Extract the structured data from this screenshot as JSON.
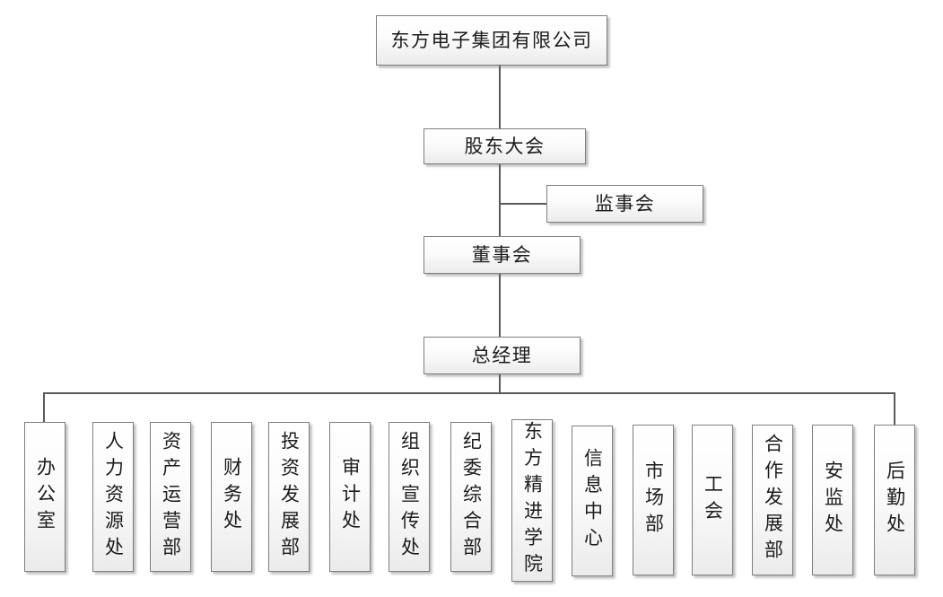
{
  "org_chart": {
    "company": {
      "label": "东方电子集团有限公司"
    },
    "shareholders_meeting": {
      "label": "股东大会"
    },
    "supervisory_board": {
      "label": "监事会"
    },
    "board_of_directors": {
      "label": "董事会"
    },
    "general_manager": {
      "label": "总经理"
    },
    "departments": [
      {
        "label": "办公室"
      },
      {
        "label": "人力资源处"
      },
      {
        "label": "资产运营部"
      },
      {
        "label": "财务处"
      },
      {
        "label": "投资发展部"
      },
      {
        "label": "审计处"
      },
      {
        "label": "组织宣传处"
      },
      {
        "label": "纪委综合部"
      },
      {
        "label": "东方精进学院"
      },
      {
        "label": "信息中心"
      },
      {
        "label": "市场部"
      },
      {
        "label": "工会"
      },
      {
        "label": "合作发展部"
      },
      {
        "label": "安监处"
      },
      {
        "label": "后勤处"
      }
    ],
    "colors": {
      "box_border": "#7f7f7f",
      "box_fill_top": "#ffffff",
      "box_fill_bottom": "#ebebeb",
      "connector": "#5a5a5a",
      "text": "#1c1c1c",
      "shadow": "#6e6e6e"
    }
  }
}
